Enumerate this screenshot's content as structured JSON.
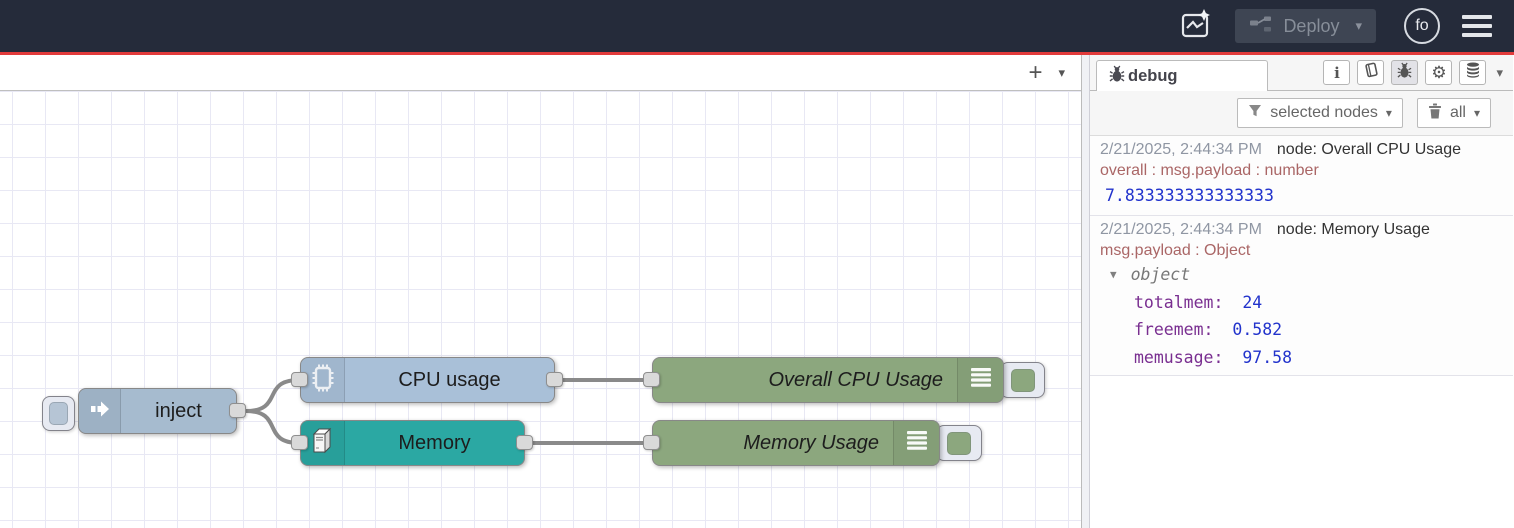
{
  "header": {
    "assistant_icon": "chart-sparkle-icon",
    "deploy": {
      "label": "Deploy",
      "icon": "deploy-nodes-icon",
      "caret": "▾",
      "state": "disabled"
    },
    "avatar_text": "fo",
    "menu_icon": "hamburger-icon",
    "colors": {
      "bar_bg": "#252b3a",
      "accent_line": "#e23b3b",
      "deploy_bg": "#3e4553"
    }
  },
  "flow_tabbar": {
    "add_flow": "+",
    "flow_list_caret": "▾"
  },
  "canvas": {
    "grid": "on",
    "nodes": [
      {
        "type": "inject",
        "label": "inject",
        "color": "#a6bbcf",
        "icon": "inject-arrow-icon"
      },
      {
        "type": "cpu",
        "label": "CPU usage",
        "color": "#a9c0d8",
        "icon": "cpu-chip-icon"
      },
      {
        "type": "memory",
        "label": "Memory",
        "color": "#2ba8a3",
        "icon": "computer-tower-icon"
      },
      {
        "type": "debug",
        "label": "Overall CPU Usage",
        "color": "#8ca77e",
        "icon": "debug-console-icon"
      },
      {
        "type": "debug",
        "label": "Memory Usage",
        "color": "#8ca77e",
        "icon": "debug-console-icon"
      }
    ],
    "wires": [
      [
        "inject",
        "CPU usage"
      ],
      [
        "inject",
        "Memory"
      ],
      [
        "CPU usage",
        "Overall CPU Usage"
      ],
      [
        "Memory",
        "Memory Usage"
      ]
    ]
  },
  "sidebar": {
    "tab": {
      "label": "debug",
      "icon": "bug-icon"
    },
    "toolbar_icons": [
      "info-icon",
      "book-icon",
      "bug-icon",
      "gear-icon",
      "database-icon"
    ],
    "active_toolbar_icon": "bug-icon",
    "collapse_caret": "▾",
    "filter": {
      "filter_label": "selected nodes",
      "filter_icon": "funnel-icon",
      "filter_caret": "▾",
      "clear_label": "all",
      "clear_icon": "trash-icon",
      "clear_caret": "▾"
    },
    "messages": [
      {
        "timestamp": "2/21/2025, 2:44:34 PM",
        "source": "node: Overall CPU Usage",
        "topic": "overall : msg.payload : number",
        "value": "7.833333333333333"
      },
      {
        "timestamp": "2/21/2025, 2:44:34 PM",
        "source": "node: Memory Usage",
        "topic": "msg.payload : Object",
        "object_caret": "▼",
        "object_label": "object",
        "properties": [
          {
            "key": "totalmem:",
            "value": "24"
          },
          {
            "key": "freemem:",
            "value": "0.582"
          },
          {
            "key": "memusage:",
            "value": "97.58"
          }
        ]
      }
    ],
    "colors": {
      "timestamp": "#8f96a3",
      "topic": "#a66",
      "number": "#2233cc",
      "object_key": "#792e90"
    }
  }
}
